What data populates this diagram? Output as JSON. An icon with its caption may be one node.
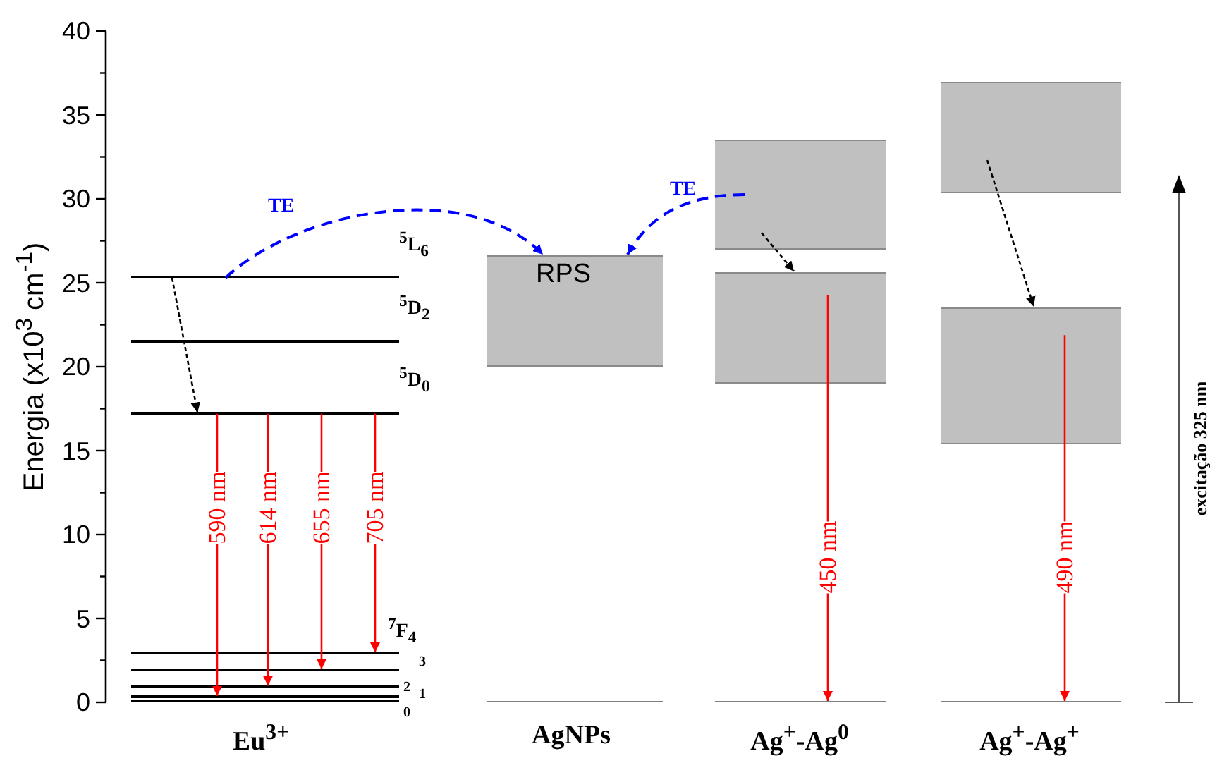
{
  "diagram": {
    "nodes": [
      {
        "text": [
          "$^{5}$L$_{6}$"
        ]
      },
      {
        "text": [
          "$^{5}$D$_{2}$"
        ]
      },
      {
        "text": [
          "$^{5}$D$_{0}$"
        ]
      },
      {
        "text": [
          "$^{7}$F$_{4}$"
        ]
      },
      {
        "text": [
          "3"
        ]
      },
      {
        "text": [
          "2"
        ]
      },
      {
        "text": [
          "1"
        ]
      },
      {
        "text": [
          "0"
        ]
      },
      {
        "text": [
          "RPS"
        ]
      },
      {
        "text": [],
        "shape": "bar"
      },
      {
        "text": [],
        "shape": "box"
      },
      {
        "text": [],
        "shape": "box"
      },
      {
        "text": [],
        "shape": "bar"
      },
      {
        "text": [],
        "shape": "box"
      },
      {
        "text": [],
        "shape": "box"
      },
      {
        "text": [],
        "shape": "bar"
      }
    ],
    "edges": [
      {
        "from": 0,
        "to": 8,
        "arrow": "to",
        "label": "TE",
        "style": "dashed",
        "color": "#0000ff"
      },
      {
        "from": 10,
        "to": 8,
        "arrow": "to",
        "label": "TE",
        "style": "dashed",
        "color": "#0000ff"
      },
      {
        "from": 0,
        "to": 2,
        "arrow": "to",
        "style": "dashed",
        "color": "#000000"
      },
      {
        "from": 2,
        "to": 6,
        "arrow": "to",
        "label": "590 nm"
      },
      {
        "from": 2,
        "to": 5,
        "arrow": "to",
        "label": "614 nm"
      },
      {
        "from": 2,
        "to": 4,
        "arrow": "to",
        "label": "655 nm"
      },
      {
        "from": 2,
        "to": 3,
        "arrow": "to",
        "label": "705 nm"
      },
      {
        "from": 10,
        "to": 11,
        "arrow": "to",
        "style": "dashed",
        "color": "#000000"
      },
      {
        "from": 11,
        "to": 12,
        "arrow": "to",
        "label": "450 nm"
      },
      {
        "from": 13,
        "to": 14,
        "arrow": "to",
        "style": "dashed",
        "color": "#000000"
      },
      {
        "from": 14,
        "to": 15,
        "arrow": "to",
        "label": "490 nm"
      }
    ],
    "labels": [
      "40",
      "35",
      "30",
      "25",
      "20",
      "15",
      "10",
      "5",
      "0",
      "Energia (x10$^{3}$ cm$^{-1}$)",
      "excitação 325 nm",
      "Eu$^{3+}$",
      "AgNPs",
      "Ag$^{+}$-Ag$^{0}$",
      "Ag$^{+}$-Ag$^{+}$"
    ]
  }
}
